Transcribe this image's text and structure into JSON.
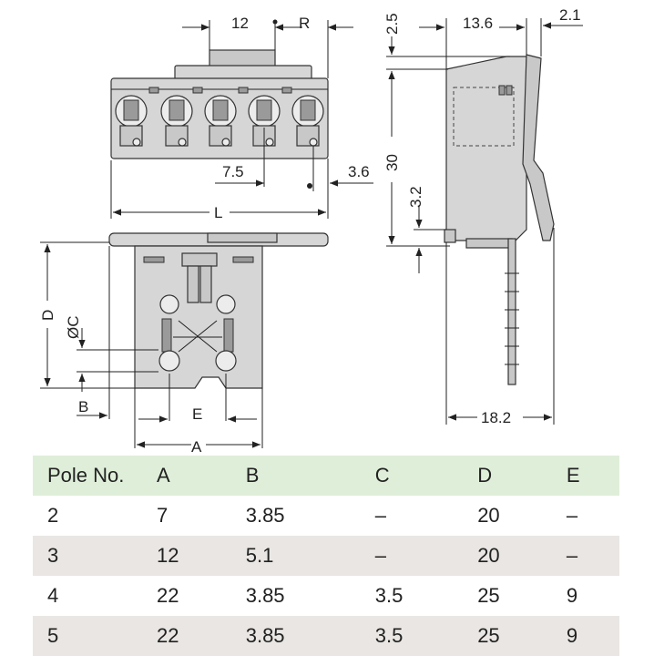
{
  "labels": {
    "top_width": "12",
    "top_r": "R",
    "pitch": "7.5",
    "right_offset": "3.6",
    "length": "L",
    "side_top": "2.5",
    "side_width_top": "13.6",
    "side_tab": "2.1",
    "side_height": "30",
    "side_bottom": "3.2",
    "side_width_bottom": "18.2",
    "bottom_d": "D",
    "bottom_c": "ØC",
    "bottom_b": "B",
    "bottom_e": "E",
    "bottom_a": "A"
  },
  "table": {
    "headers": [
      "Pole No.",
      "A",
      "B",
      "C",
      "D",
      "E"
    ],
    "rows": [
      [
        "2",
        "7",
        "3.85",
        "–",
        "20",
        "–"
      ],
      [
        "3",
        "12",
        "5.1",
        "–",
        "20",
        "–"
      ],
      [
        "4",
        "22",
        "3.85",
        "3.5",
        "25",
        "9"
      ],
      [
        "5",
        "22",
        "3.85",
        "3.5",
        "25",
        "9"
      ]
    ]
  }
}
